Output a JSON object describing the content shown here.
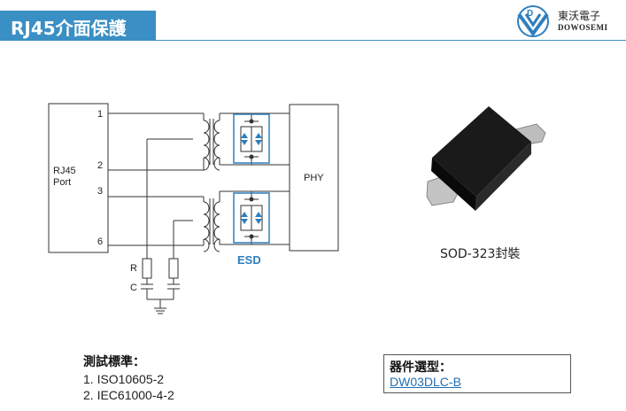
{
  "header": {
    "title": "RJ45介面保護"
  },
  "logo": {
    "name_cn": "東沃電子",
    "name_en": "DOWOSEMI"
  },
  "diagram": {
    "port_label_1": "RJ45",
    "port_label_2": "Port",
    "pin_1": "1",
    "pin_2": "2",
    "pin_3": "3",
    "pin_6": "6",
    "phy_label": "PHY",
    "esd_label": "ESD",
    "r_label": "R",
    "c_label": "C"
  },
  "package": {
    "label": "SOD-323封裝"
  },
  "standards": {
    "title": "測試標準：",
    "items": [
      "1.  ISO10605-2",
      "2.  IEC61000-4-2"
    ]
  },
  "selection": {
    "title": "器件選型：",
    "part": "DW03DLC-B"
  },
  "colors": {
    "accent": "#3a8fc4",
    "esd_blue": "#2e7fbf"
  }
}
